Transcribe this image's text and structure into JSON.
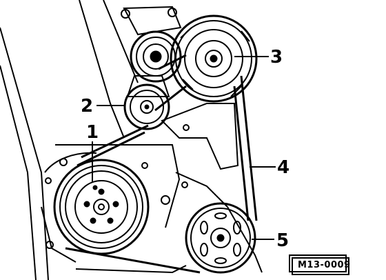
{
  "diagram": {
    "callouts": [
      {
        "id": "1",
        "label": "1"
      },
      {
        "id": "2",
        "label": "2"
      },
      {
        "id": "3",
        "label": "3"
      },
      {
        "id": "4",
        "label": "4"
      },
      {
        "id": "5",
        "label": "5"
      }
    ],
    "reference_code": "M13-0009"
  }
}
